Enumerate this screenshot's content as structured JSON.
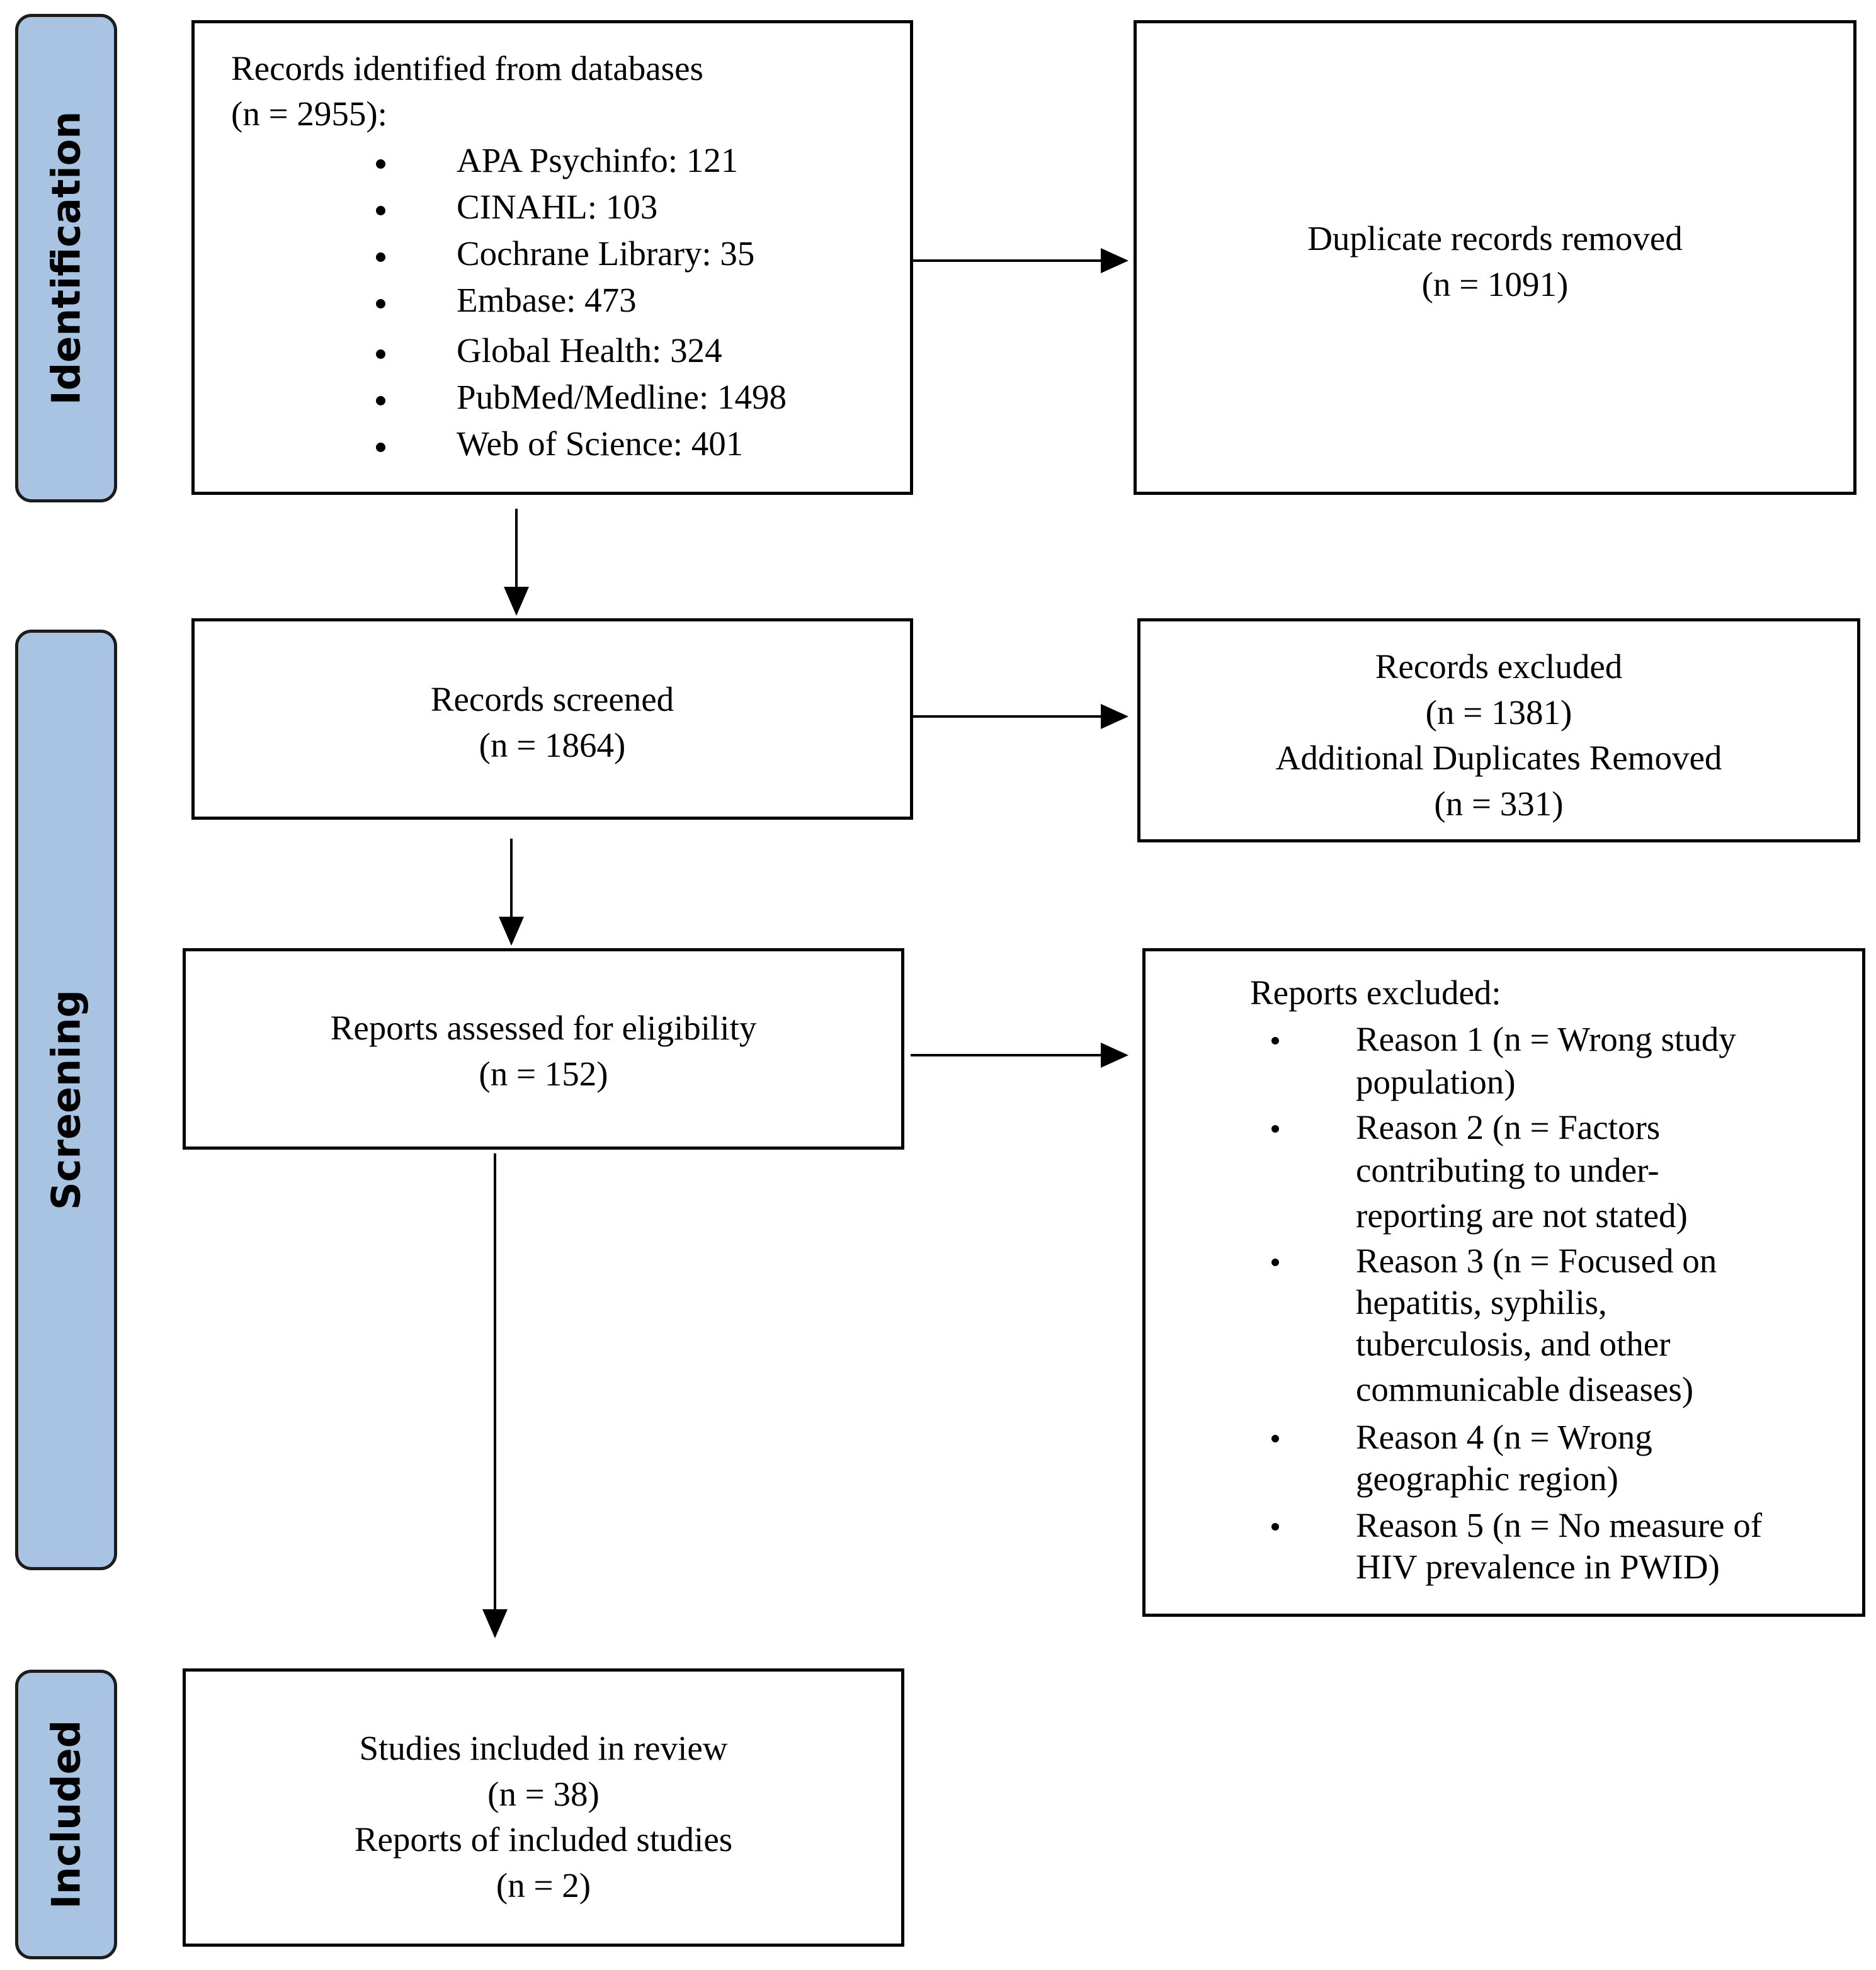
{
  "phases": {
    "identification": "Identification",
    "screening": "Screening",
    "included": "Included"
  },
  "identified": {
    "title": "Records identified from databases",
    "count": "(n = 2955):",
    "sources": [
      "APA Psychinfo: 121",
      "CINAHL: 103",
      "Cochrane Library: 35",
      "Embase: 473",
      "Global Health: 324",
      "PubMed/Medline: 1498",
      "Web of Science: 401"
    ]
  },
  "duplicates": {
    "title": "Duplicate records removed",
    "count": "(n = 1091)"
  },
  "screened": {
    "title": "Records screened",
    "count": "(n = 1864)"
  },
  "records_excluded": {
    "title": "Records excluded",
    "count": "(n = 1381)",
    "additional_title": "Additional Duplicates Removed",
    "additional_count": "(n = 331)"
  },
  "eligibility": {
    "title": "Reports assessed for eligibility",
    "count": "(n = 152)"
  },
  "reports_excluded": {
    "title": "Reports excluded:",
    "reasons": [
      [
        "Reason 1 (n = Wrong study",
        "population)"
      ],
      [
        "Reason 2 (n = Factors",
        "contributing to under-",
        "reporting are not stated)"
      ],
      [
        "Reason 3 (n = Focused on",
        "hepatitis, syphilis,",
        "tuberculosis, and other",
        "communicable diseases)"
      ],
      [
        "Reason 4 (n = Wrong",
        "geographic region)"
      ],
      [
        "Reason 5 (n = No measure of",
        "HIV prevalence in PWID)"
      ]
    ]
  },
  "included": {
    "title": "Studies included in review",
    "count": "(n = 38)",
    "reports_title": "Reports of included studies",
    "reports_count": "(n = 2)"
  },
  "colors": {
    "phase_fill": "#a9c4e2",
    "border": "#000000",
    "background": "#ffffff"
  }
}
